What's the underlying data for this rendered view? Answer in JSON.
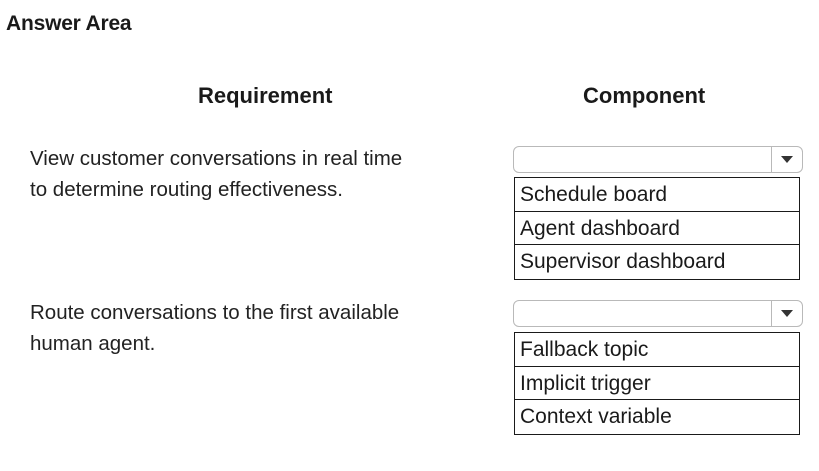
{
  "header": {
    "title": "Answer Area"
  },
  "columns": {
    "requirement": "Requirement",
    "component": "Component"
  },
  "rows": [
    {
      "requirement_lines": [
        "View customer conversations in real time",
        "to determine routing effectiveness."
      ],
      "selected": "",
      "options": [
        "Schedule board",
        "Agent dashboard",
        "Supervisor dashboard"
      ]
    },
    {
      "requirement_lines": [
        "Route conversations to the first available",
        "human agent."
      ],
      "selected": "",
      "options": [
        "Fallback topic",
        "Implicit trigger",
        "Context variable"
      ]
    }
  ],
  "icons": {
    "dropdown_arrow": "chevron-down-icon"
  },
  "colors": {
    "text": "#1a1a1a",
    "dropdown_border": "#b9b9b9",
    "option_border": "#1a1a1a"
  }
}
